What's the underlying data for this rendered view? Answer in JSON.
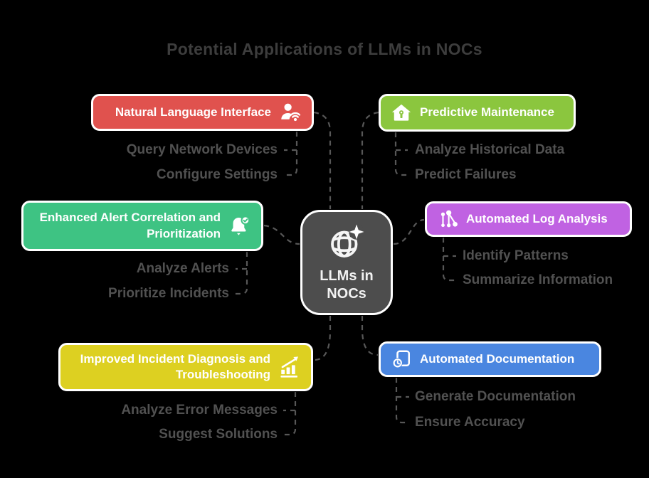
{
  "title": "Potential Applications of LLMs in NOCs",
  "center": {
    "icon": "globe-sparkle-icon",
    "line1": "LLMs in",
    "line2": "NOCs",
    "bg": "#4D4D4D"
  },
  "branches": [
    {
      "label": "Natural Language Interface",
      "color": "#E0524E",
      "icon": "person-wifi-icon",
      "items": [
        "Query Network Devices",
        "Configure Settings"
      ]
    },
    {
      "label": "Predictive Maintenance",
      "color": "#8BC63E",
      "icon": "house-wrench-icon",
      "items": [
        "Analyze Historical Data",
        "Predict Failures"
      ]
    },
    {
      "label": "Enhanced Alert Correlation and Prioritization",
      "color": "#3EC383",
      "icon": "bell-check-icon",
      "items": [
        "Analyze Alerts",
        "Prioritize Incidents"
      ]
    },
    {
      "label": "Automated Log Analysis",
      "color": "#C062E2",
      "icon": "graph-nodes-icon",
      "items": [
        "Identify Patterns",
        "Summarize Information"
      ]
    },
    {
      "label": "Improved Incident Diagnosis and Troubleshooting",
      "color": "#DDD021",
      "icon": "chart-growth-icon",
      "items": [
        "Analyze Error Messages",
        "Suggest Solutions"
      ]
    },
    {
      "label": "Automated Documentation",
      "color": "#4A86E0",
      "icon": "document-clock-icon",
      "items": [
        "Generate Documentation",
        "Ensure Accuracy"
      ]
    }
  ],
  "connector_color": "#575757",
  "text_colors": {
    "title": "#3D3D3D",
    "sub_item": "#515151"
  }
}
